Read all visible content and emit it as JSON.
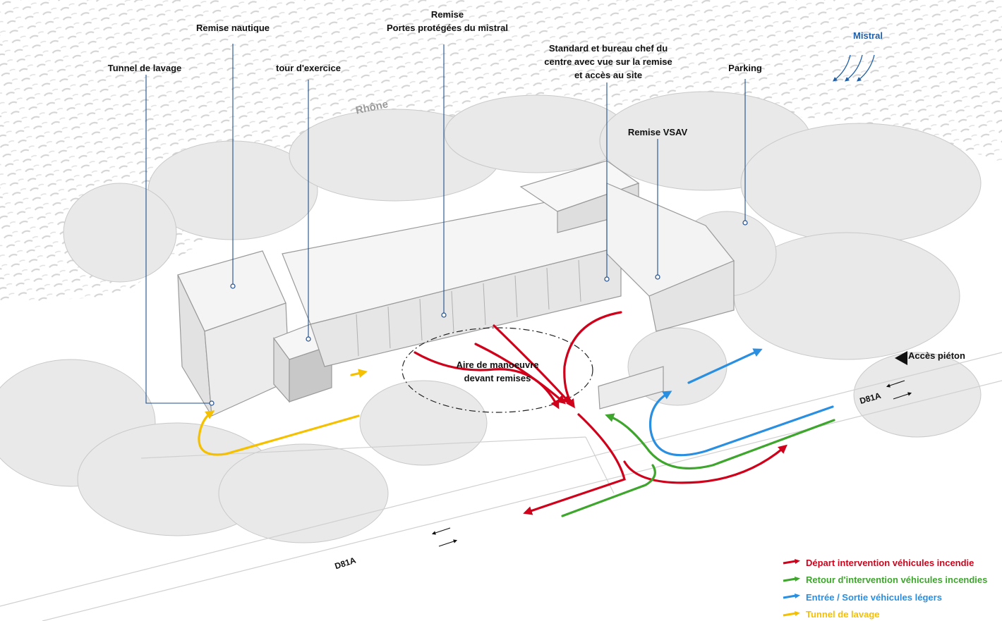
{
  "labels": {
    "tunnel": "Tunnel de lavage",
    "nautique": "Remise nautique",
    "tour": "tour d'exercice",
    "remise": "Remise\nPortes protégées du mistral",
    "standard": "Standard et bureau chef du\ncentre avec vue sur la remise\net accès au site",
    "vsav": "Remise VSAV",
    "parking": "Parking",
    "mistral": "Mistral",
    "rhone": "Rhône",
    "aire": "Aire de manoeuvre\ndevant remises",
    "pieton": "Accès piéton",
    "road_left": "D81A",
    "road_right": "D81A"
  },
  "legend": [
    {
      "label": "Départ intervention véhicules incendie",
      "color": "#d0021b"
    },
    {
      "label": "Retour d'intervention véhicules incendies",
      "color": "#3ea52d"
    },
    {
      "label": "Entrée / Sortie véhicules légers",
      "color": "#2a8fe0"
    },
    {
      "label": "Tunnel de lavage",
      "color": "#f5c000"
    }
  ],
  "colors": {
    "callout_line": "#1f4e8c",
    "mistral": "#1f5fa8",
    "red": "#d0021b",
    "green": "#3ea52d",
    "blue": "#2a8fe0",
    "yellow": "#f5c000"
  }
}
